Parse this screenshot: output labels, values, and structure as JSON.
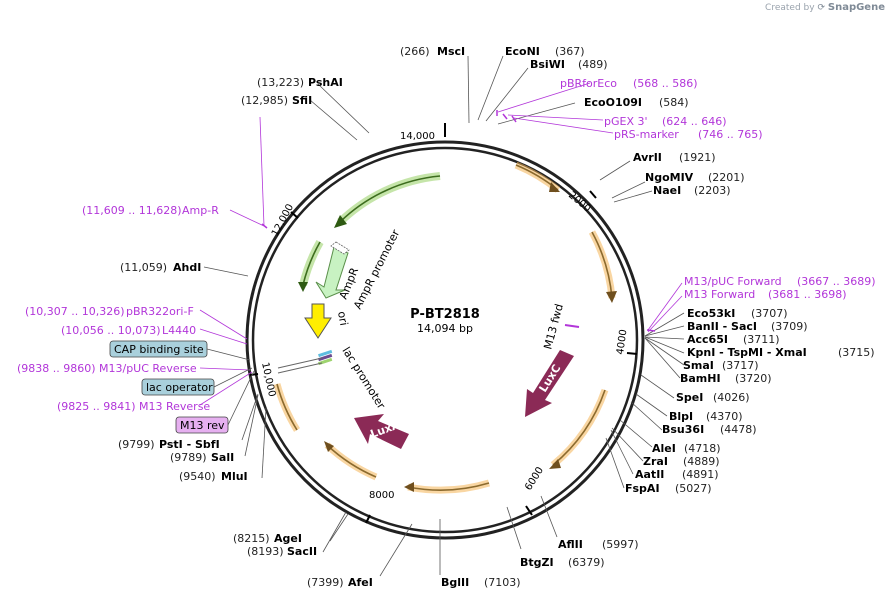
{
  "credit": {
    "prefix": "Created by",
    "brand": "SnapGene"
  },
  "plasmid": {
    "name": "P-BT2818",
    "size_label": "14,094 bp"
  },
  "ticks": [
    "2000",
    "4000",
    "6000",
    "8000",
    "10,000",
    "12,000",
    "14,000"
  ],
  "enzymes": {
    "msci": {
      "pos": "(266)",
      "name": "MscI"
    },
    "econi": {
      "pos": "(367)",
      "name": "EcoNI"
    },
    "bsiwi": {
      "pos": "(489)",
      "name": "BsiWI"
    },
    "ecoo109i": {
      "pos": "(584)",
      "name": "EcoO109I"
    },
    "avrii": {
      "pos": "(1921)",
      "name": "AvrII"
    },
    "ngomiv": {
      "pos": "(2201)",
      "name": "NgoMIV"
    },
    "naei": {
      "pos": "(2203)",
      "name": "NaeI"
    },
    "eco53ki": {
      "pos": "(3707)",
      "name": "Eco53kI"
    },
    "banii": {
      "pos": "(3709)",
      "name": "BanII  - SacI"
    },
    "acc65i": {
      "pos": "(3711)",
      "name": "Acc65I"
    },
    "kpni": {
      "pos": "(3715)",
      "name": "KpnI  - TspMI   - XmaI"
    },
    "smai": {
      "pos": "(3717)",
      "name": "SmaI"
    },
    "bamhi": {
      "pos": "(3720)",
      "name": "BamHI"
    },
    "spei": {
      "pos": "(4026)",
      "name": "SpeI"
    },
    "blpi": {
      "pos": "(4370)",
      "name": "BlpI"
    },
    "bsu36i": {
      "pos": "(4478)",
      "name": "Bsu36I"
    },
    "alei": {
      "pos": "(4718)",
      "name": "AleI"
    },
    "zrai": {
      "pos": "(4889)",
      "name": "ZraI"
    },
    "aatii": {
      "pos": "(4891)",
      "name": "AatII"
    },
    "fspai": {
      "pos": "(5027)",
      "name": "FspAI"
    },
    "aflii": {
      "pos": "(5997)",
      "name": "AflII"
    },
    "btgzi": {
      "pos": "(6379)",
      "name": "BtgZI"
    },
    "bglii": {
      "pos": "(7103)",
      "name": "BglII"
    },
    "afei": {
      "pos": "(7399)",
      "name": "AfeI"
    },
    "agei": {
      "pos": "(8215)",
      "name": "AgeI"
    },
    "sacii": {
      "pos": "(8193)",
      "name": "SacII"
    },
    "mlui": {
      "pos": "(9540)",
      "name": "MluI"
    },
    "sali": {
      "pos": "(9789)",
      "name": "SalI"
    },
    "psti": {
      "pos": "(9799)",
      "name": "PstI  - SbfI"
    },
    "ahdi": {
      "pos": "(11,059)",
      "name": "AhdI"
    },
    "sfii": {
      "pos": "(12,985)",
      "name": "SfiI"
    },
    "pshai": {
      "pos": "(13,223)",
      "name": "PshAI"
    }
  },
  "primers": {
    "pbrforeco": {
      "label": "pBRforEco",
      "range": "(568 .. 586)"
    },
    "pgex3": {
      "label": "pGEX 3'",
      "range": "(624 .. 646)"
    },
    "prs": {
      "label": "pRS-marker",
      "range": "(746 .. 765)"
    },
    "m13puc_fwd": {
      "label": "M13/pUC Forward",
      "range": "(3667 .. 3689)"
    },
    "m13_fwd": {
      "label": "M13 Forward",
      "range": "(3681 .. 3698)"
    },
    "ampr_primer": {
      "label": "Amp-R",
      "range": "(11,609 .. 11,628)"
    },
    "pbr322ori": {
      "label": "pBR322ori-F",
      "range": "(10,307 .. 10,326)"
    },
    "l4440": {
      "label": "L4440",
      "range": "(10,056 .. 10,073)"
    },
    "m13puc_rev": {
      "label": "M13/pUC Reverse",
      "range": "(9838 .. 9860)"
    },
    "m13_rev": {
      "label": "M13 Reverse",
      "range": "(9825 .. 9841)"
    }
  },
  "boxed_features": {
    "cap": "CAP binding site",
    "lacop": "lac operator",
    "m13rev": "M13 rev"
  },
  "features": {
    "ampr": "AmpR",
    "ampr_promoter": "AmpR promoter",
    "ori": "ori",
    "lac_promoter": "lac promoter",
    "m13_fwd": "M13 fwd",
    "luxc": "LuxC",
    "luxa": "LuxA"
  },
  "colors": {
    "backbone": "#222222",
    "orange_arrow": "#f4b456",
    "orange_stroke": "#b8822e",
    "green_arrow": "#9ed36f",
    "ampr_fill": "#c8f2c2",
    "ori_fill": "#ffee00",
    "lux_fill": "#8b2a56",
    "primer": "#b236d9",
    "box_blue": "#a9d0dc",
    "box_pink": "#e6b0f0"
  }
}
